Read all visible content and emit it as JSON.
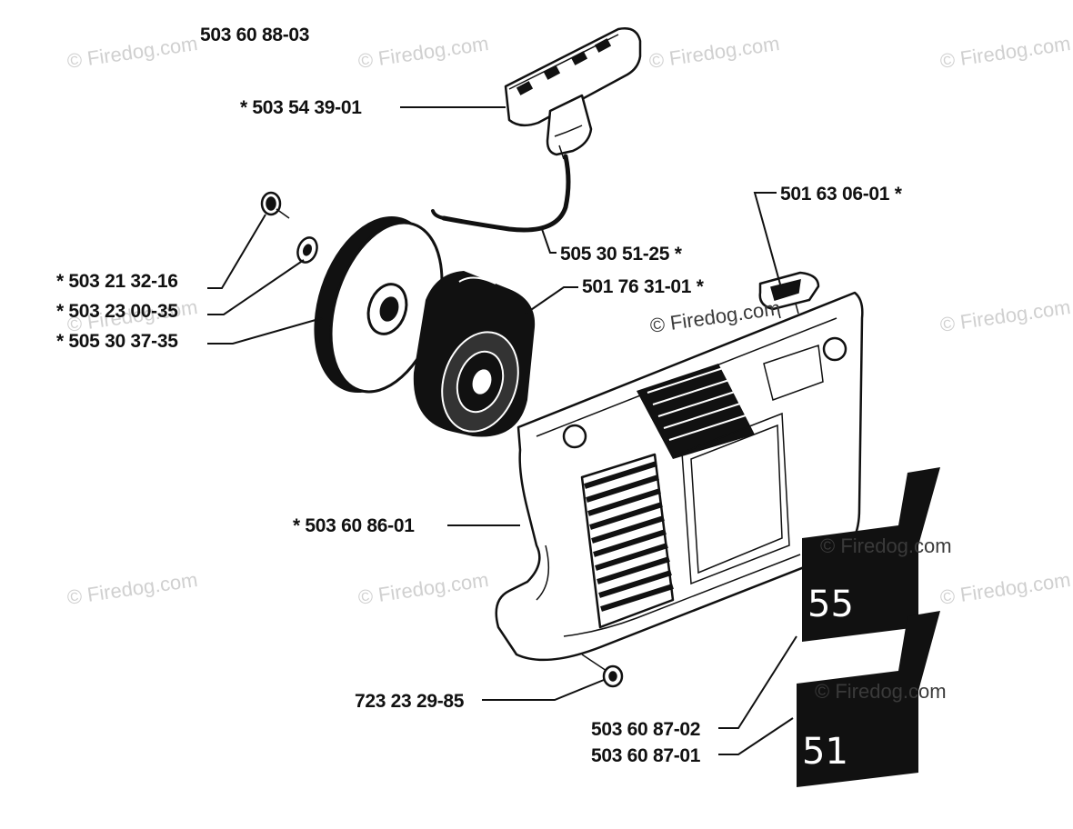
{
  "diagram": {
    "assembly_number": "503 60 88-03",
    "watermark": "© Firedog.com",
    "parts": [
      {
        "id": "handle",
        "label": "*  503 54 39-01"
      },
      {
        "id": "starter-rope",
        "label": "505 30 51-25  *"
      },
      {
        "id": "cover-plug",
        "label": "501 63 06-01  *"
      },
      {
        "id": "recoil-spring-housing",
        "label": "501 76 31-01  *"
      },
      {
        "id": "screw",
        "label": "*  503 21 32-16"
      },
      {
        "id": "washer",
        "label": "*  503 23 00-35"
      },
      {
        "id": "rope-pulley",
        "label": "*  505 30 37-35"
      },
      {
        "id": "starter-housing",
        "label": "*  503 60 86-01"
      },
      {
        "id": "housing-screw",
        "label": "723 23 29-85"
      },
      {
        "id": "decal-55",
        "label": "503 60 87-02"
      },
      {
        "id": "decal-51",
        "label": "503 60 87-01"
      }
    ],
    "decals": [
      {
        "id": "decal-55",
        "number": "55"
      },
      {
        "id": "decal-51",
        "number": "51"
      }
    ]
  }
}
